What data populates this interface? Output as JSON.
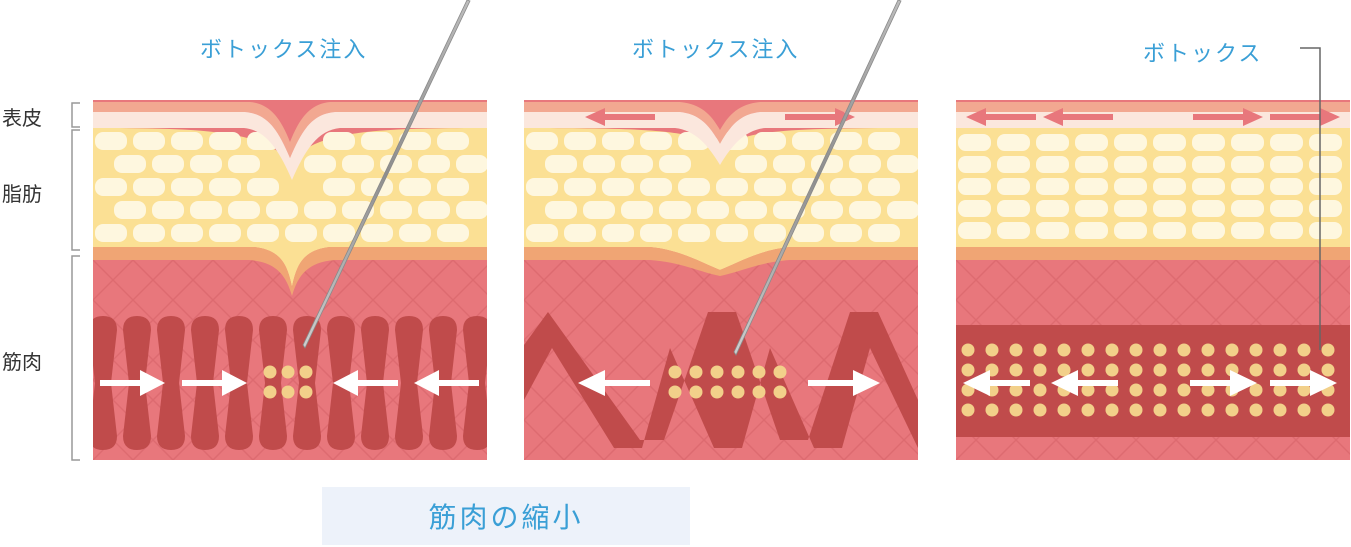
{
  "panels": [
    {
      "label": "ボトックス注入"
    },
    {
      "label": "ボトックス注入"
    },
    {
      "label": "ボトックス"
    }
  ],
  "layers": {
    "epidermis": "表皮",
    "fat": "脂肪",
    "muscle": "筋肉"
  },
  "caption": "筋肉の縮小",
  "colors": {
    "label_blue": "#3a9fd6",
    "epidermis": "#fbe7dd",
    "fat": "#fbe094",
    "fat_cell": "#fef7df",
    "muscle_bg": "#e8777c",
    "muscle_fiber": "#c04b4b",
    "botox_dot": "#f2d08a",
    "arrow_red": "#e8777c",
    "needle": "#9a9a9a"
  }
}
